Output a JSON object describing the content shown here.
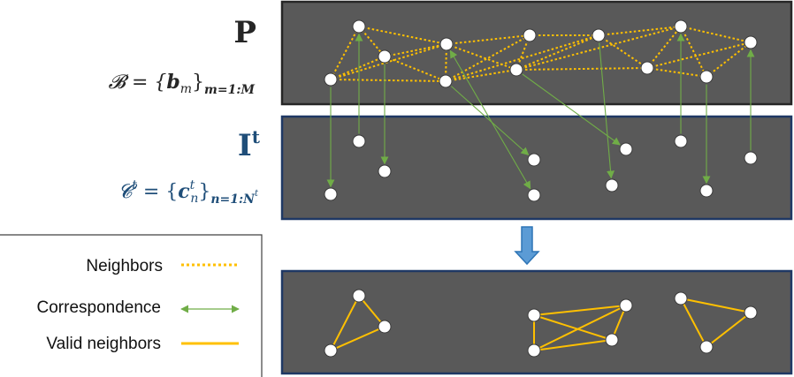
{
  "labels": {
    "panel_p": "P",
    "set_b_lhs": "𝓑 = {",
    "set_b_elem": "b",
    "set_b_sub": "m",
    "set_b_rhs": "}",
    "set_b_range": "m=1:M",
    "panel_i": "I",
    "panel_i_sup": "t",
    "set_c_lhs": "𝓒",
    "set_c_sup": "t",
    "set_c_eq": " = {",
    "set_c_elem": "c",
    "set_c_elem_sup": "t",
    "set_c_elem_sub": "n",
    "set_c_rhs": "}",
    "set_c_range": "n=1:N",
    "set_c_range_sup": "t"
  },
  "legend": {
    "neighbors": "Neighbors",
    "correspondence": "Correspondence",
    "valid_neighbors": "Valid neighbors"
  },
  "colors": {
    "panel_fill": "#595959",
    "panel_p_border": "#262626",
    "panel_i_border": "#1f3864",
    "neighbor": "#ffc000",
    "correspondence": "#70ad47",
    "node_fill": "#ffffff",
    "node_stroke": "#3a3a3a",
    "arrow_fill": "#5b9bd5",
    "arrow_stroke": "#2e75b6",
    "label_blue": "#1f4e79",
    "label_dark": "#262626"
  }
}
